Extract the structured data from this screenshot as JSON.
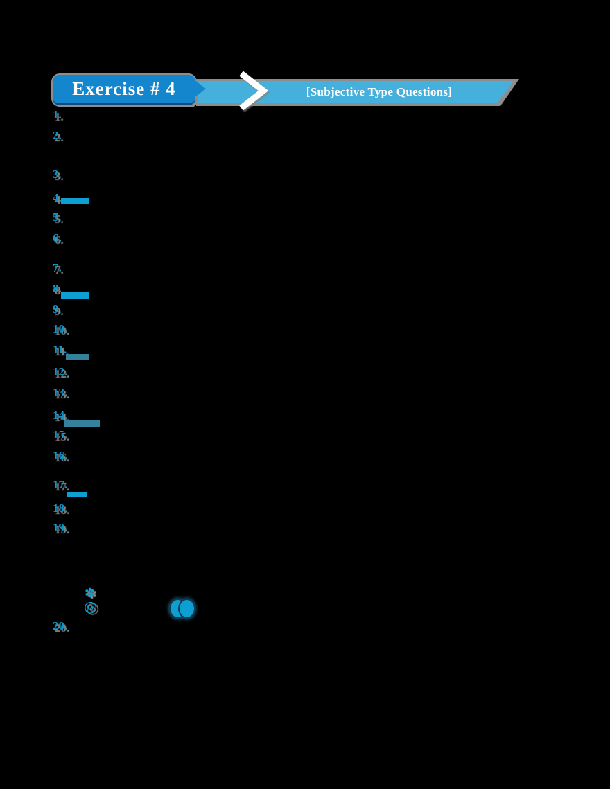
{
  "colors": {
    "background": "#000000",
    "exercise_box_blue": "#1486cd",
    "banner_blue": "#45b0dc",
    "number_blue": "#1095c8",
    "line_blue": "#0d9fd1",
    "line_teal": "#35809a",
    "shadow_gray": "#8d8d8d",
    "text_white": "#ffffff"
  },
  "header": {
    "exercise_label": "Exercise # 4",
    "banner_label": "[Subjective Type Questions]"
  },
  "questions": {
    "items": [
      {
        "number": "1."
      },
      {
        "number": "2."
      },
      {
        "number": "3."
      },
      {
        "number": "4."
      },
      {
        "number": "5."
      },
      {
        "number": "6."
      },
      {
        "number": "7."
      },
      {
        "number": "8."
      },
      {
        "number": "9."
      },
      {
        "number": "10."
      },
      {
        "number": "11."
      },
      {
        "number": "12."
      },
      {
        "number": "13."
      },
      {
        "number": "14."
      },
      {
        "number": "15."
      },
      {
        "number": "16."
      },
      {
        "number": "17."
      },
      {
        "number": "18."
      },
      {
        "number": "19."
      },
      {
        "number": "20."
      }
    ]
  },
  "fragments": {
    "asterisk_glyph": "✽",
    "circle_glyph": "◎"
  }
}
